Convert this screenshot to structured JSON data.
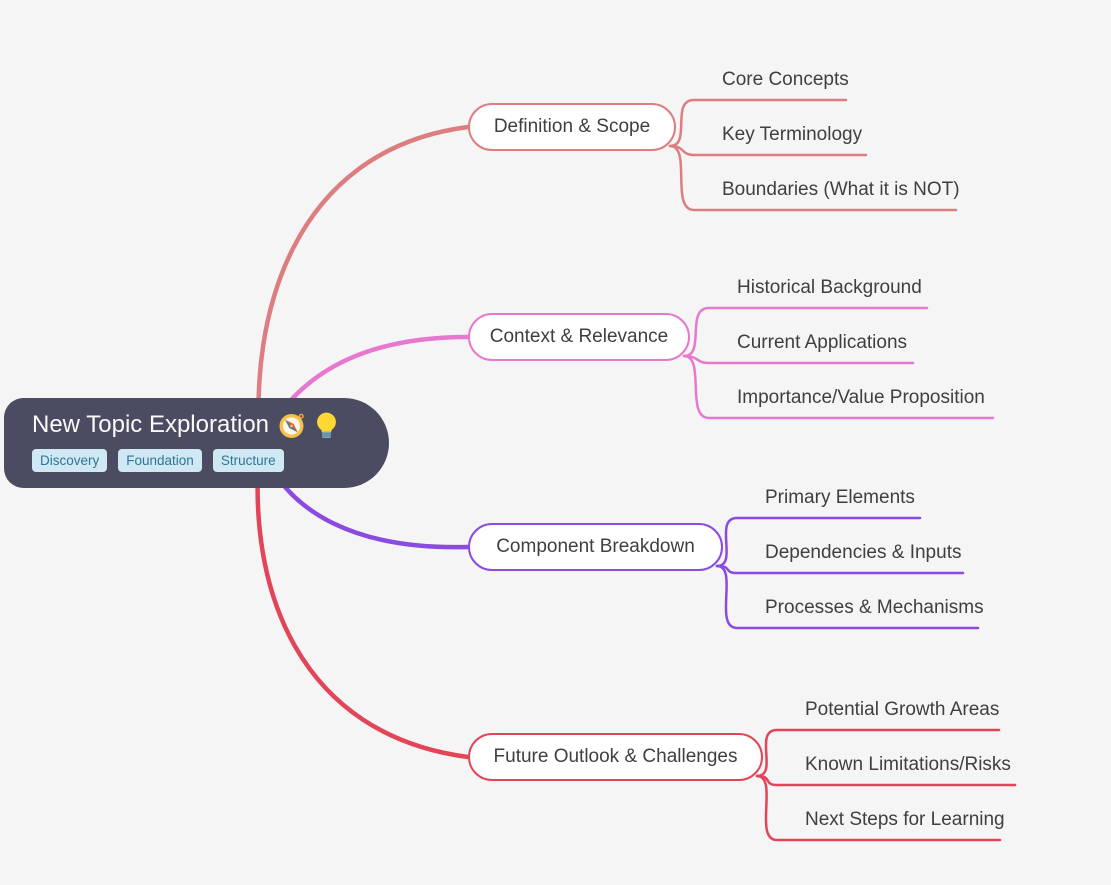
{
  "page": {
    "background": "#f5f5f6"
  },
  "root": {
    "title": "New Topic Exploration",
    "emojis": {
      "compass": "🧭",
      "lightbulb": "💡"
    },
    "colors": {
      "background": "#4b4b62",
      "title_text": "#fafafa",
      "tag_background": "#cfe8f4",
      "tag_text": "#2e7696"
    },
    "tags": [
      {
        "label": "Discovery"
      },
      {
        "label": "Foundation"
      },
      {
        "label": "Structure"
      }
    ]
  },
  "branches": [
    {
      "label": "Definition & Scope",
      "color": "#dc7e80",
      "children": [
        "Core Concepts",
        "Key Terminology",
        "Boundaries (What it is NOT)"
      ]
    },
    {
      "label": "Context & Relevance",
      "color": "#e678cf",
      "children": [
        "Historical Background",
        "Current Applications",
        "Importance/Value Proposition"
      ]
    },
    {
      "label": "Component Breakdown",
      "color": "#8b4ae0",
      "children": [
        "Primary Elements",
        "Dependencies & Inputs",
        "Processes & Mechanisms"
      ]
    },
    {
      "label": "Future Outlook & Challenges",
      "color": "#e24458",
      "children": [
        "Potential Growth Areas",
        "Known Limitations/Risks",
        "Next Steps for Learning"
      ]
    }
  ],
  "node_text_color": "#3f3f3f"
}
